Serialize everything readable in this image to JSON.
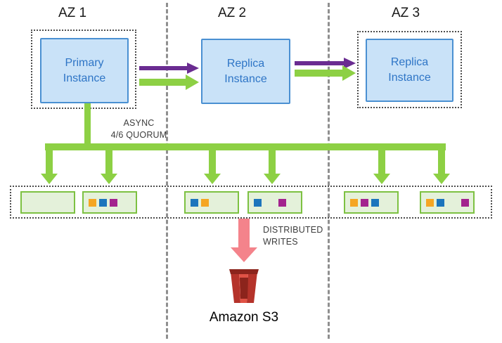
{
  "zones": {
    "az1": "AZ 1",
    "az2": "AZ 2",
    "az3": "AZ 3"
  },
  "instances": {
    "primary": "Primary Instance",
    "replica2": "Replica Instance",
    "replica3": "Replica Instance"
  },
  "labels": {
    "async_line1": "ASYNC",
    "async_line2": "4/6 QUORUM",
    "writes_line1": "DISTRIBUTED",
    "writes_line2": "WRITES",
    "s3": "Amazon S3"
  },
  "palette": {
    "purple": "#6a2c91",
    "green": "#8dd044",
    "pink": "#f4838b",
    "chip_orange": "#f5a623",
    "chip_blue": "#1c75bc",
    "chip_magenta": "#a3238e",
    "node_fill": "#e4f1da",
    "node_border": "#7dc142",
    "instance_fill": "#c9e2f8",
    "instance_border": "#4a90d2",
    "instance_text": "#2e75c6",
    "s3_red": "#b5332a",
    "s3_red_light": "#e05245",
    "s3_red_dark": "#8c241c"
  },
  "storage": {
    "nodes": [
      {
        "chips": []
      },
      {
        "chips": [
          "orange",
          "blue",
          "magenta"
        ]
      },
      {
        "chips": [
          "blue",
          "orange"
        ]
      },
      {
        "chips": [
          "blue",
          "gap",
          "magenta"
        ]
      },
      {
        "chips": [
          "orange",
          "magenta",
          "blue"
        ]
      },
      {
        "chips": [
          "orange",
          "blue",
          "gap",
          "magenta"
        ]
      }
    ]
  }
}
